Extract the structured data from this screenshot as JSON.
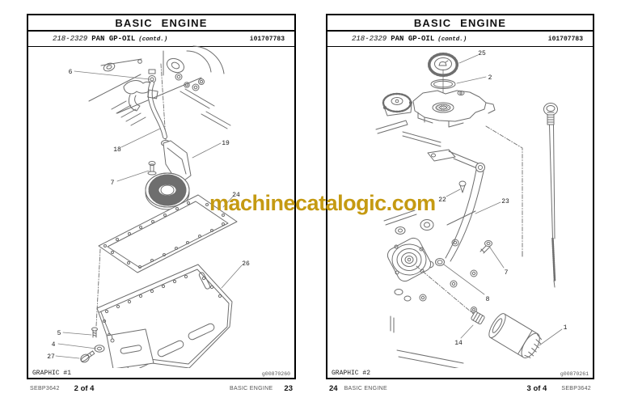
{
  "watermark": {
    "text": "machinecatalogic.com",
    "color": "#c59a12"
  },
  "pages": [
    {
      "title": "BASIC ENGINE",
      "part_number": "218-2329",
      "part_name": "PAN GP-OIL",
      "part_suffix": "(contd.)",
      "doc_code": "i01707783",
      "graphic_label": "GRAPHIC #1",
      "graphic_code": "g00870260",
      "footer": {
        "manual_code": "SEBP3642",
        "page_of": "2 of 4",
        "section": "BASIC ENGINE",
        "page_number": "23"
      },
      "callouts": [
        "6",
        "18",
        "19",
        "7",
        "24",
        "26",
        "5",
        "4",
        "27"
      ]
    },
    {
      "title": "BASIC ENGINE",
      "part_number": "218-2329",
      "part_name": "PAN GP-OIL",
      "part_suffix": "(contd.)",
      "doc_code": "i01707783",
      "graphic_label": "GRAPHIC #2",
      "graphic_code": "g00870261",
      "footer": {
        "page_number": "24",
        "section": "BASIC ENGINE",
        "page_of": "3 of 4",
        "manual_code": "SEBP3642"
      },
      "callouts": [
        "25",
        "2",
        "22",
        "23",
        "7",
        "8",
        "14",
        "1"
      ]
    }
  ]
}
